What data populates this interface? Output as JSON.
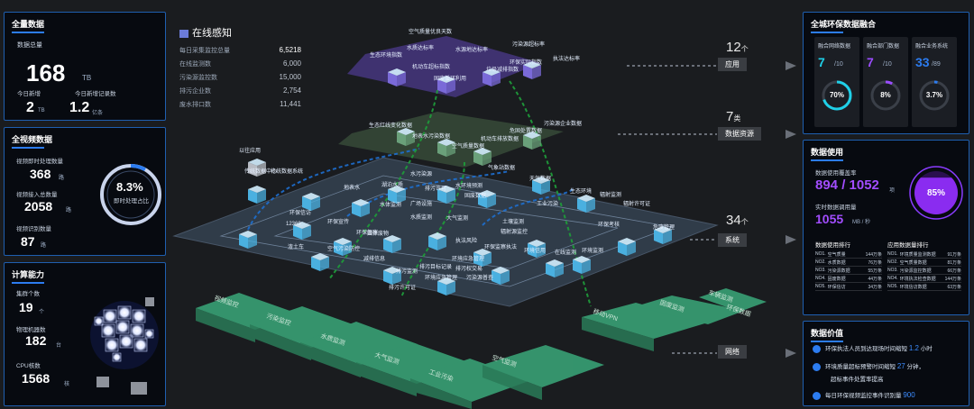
{
  "all_data": {
    "title": "全量数据",
    "total_label": "数据总量",
    "total_value": "168",
    "total_unit": "TB",
    "today_new_label": "今日新增",
    "today_new_value": "2",
    "today_new_unit": "TB",
    "today_records_label": "今日新增记录数",
    "today_records_value": "1.2",
    "today_records_unit": "亿条"
  },
  "video": {
    "title": "全视频数据",
    "video_label": "视频即时处理数量",
    "video_value": "368",
    "video_unit": "路",
    "access_label": "视频接入总数量",
    "access_value": "2058",
    "access_unit": "路",
    "ai_label": "视频识别数量",
    "ai_value": "87",
    "ai_unit": "路",
    "gauge_value": "8.3%",
    "gauge_label": "即时处理占比",
    "gauge_fraction": 0.083
  },
  "compute": {
    "title": "计算能力",
    "cluster_label": "集群个数",
    "cluster_value": "19",
    "cluster_unit": "个",
    "machine_label": "物理机器数",
    "machine_value": "182",
    "machine_unit": "台",
    "cpu_label": "CPU核数",
    "cpu_value": "1568",
    "cpu_unit": "核"
  },
  "online": {
    "title": "在线感知",
    "rows": [
      {
        "label": "每日采集监控总量",
        "value": "6,5218"
      },
      {
        "label": "在线监测数",
        "value": "6,000"
      },
      {
        "label": "污染源监控数",
        "value": "15,000"
      },
      {
        "label": "排污企业数",
        "value": "2,754"
      },
      {
        "label": "废水排口数",
        "value": "11,441"
      }
    ]
  },
  "layers": [
    {
      "num": "12",
      "unit": "个",
      "label": "应用"
    },
    {
      "num": "7",
      "unit": "类",
      "label": "数据资源"
    },
    {
      "num": "34",
      "unit": "个",
      "label": "系统"
    },
    {
      "num": "",
      "unit": "",
      "label": "网络"
    }
  ],
  "top_tags": [
    "空气质量优良天数",
    "水质达标率",
    "水源地达标率",
    "污染源超标率",
    "生态环境指数",
    "机动车超标指数",
    "执法达标率",
    "固废循环利用",
    "垃圾减排指数",
    "环保实际指数"
  ],
  "mid_tags": [
    "生态红线变化数据",
    "地表水污染数据",
    "空气质量数据",
    "危固处置数据",
    "机动车排放数据",
    "污染源企业数据"
  ],
  "sys_tags": [
    "以往应用",
    "传统数据中心",
    "传统数据系统",
    "水污染源",
    "气象站数据",
    "天气数据",
    "生态环境",
    "地表水",
    "湖泊水质",
    "固废数据",
    "排污许可",
    "水环境预测",
    "广场设施",
    "水体监测",
    "环保信访",
    "工业污染",
    "水质监测",
    "大气监测",
    "辐射监测",
    "辐射许可证",
    "环保考核",
    "12369",
    "环保宣传",
    "环保督察",
    "土壤监测",
    "渣土车",
    "空气污染防控",
    "固体废物",
    "执法风险",
    "环保监察执法",
    "环境应急管理",
    "排污监测",
    "排污目标记录",
    "排污权交易",
    "环境信用",
    "减排信息",
    "污染源普查",
    "环境应急管理",
    "在线监测",
    "环境监测",
    "排污许可证",
    "辐射源监控",
    "危废管理"
  ],
  "net_tags": [
    "视频监控",
    "污染监控",
    "水质监测",
    "大气监测",
    "工业污染",
    "空气监测",
    "移动VPN",
    "固废监测",
    "车辆监测",
    "环保数据"
  ],
  "fusion": {
    "title": "全城环保数据融合",
    "cards": [
      {
        "label": "融合网络数据",
        "value": "7",
        "total": "/10",
        "pct": "70%",
        "fraction": 0.7,
        "color": "#1fd0e8"
      },
      {
        "label": "融合部门数据",
        "value": "7",
        "total": "/10",
        "pct": "8%",
        "fraction": 0.08,
        "color": "#9b4dff"
      },
      {
        "label": "融合业务系统",
        "value": "33",
        "total": "/89",
        "pct": "3.7%",
        "fraction": 0.037,
        "color": "#2c7cf0"
      }
    ]
  },
  "usage": {
    "title": "数据使用",
    "cover_label": "数据使用覆盖率",
    "cover_value": "894 / 1052",
    "cover_unit": "项",
    "rate_label": "实时数据调用量",
    "rate_value": "1055",
    "rate_unit": "MB / 秒",
    "ball_pct": "85%",
    "ball_fraction": 0.85,
    "rank_left_title": "数据使用排行",
    "rank_right_title": "应用数据量排行",
    "rank_left": [
      {
        "no": "NO1.",
        "name": "空气质量",
        "val": "144万条"
      },
      {
        "no": "NO2.",
        "name": "水质数据",
        "val": "76万条"
      },
      {
        "no": "NO3.",
        "name": "污染源数据",
        "val": "55万条"
      },
      {
        "no": "NO4.",
        "name": "固废数据",
        "val": "44万条"
      },
      {
        "no": "NO5.",
        "name": "环保信访",
        "val": "34万条"
      }
    ],
    "rank_right": [
      {
        "no": "NO1.",
        "name": "环境质量监测数据",
        "val": "91万条"
      },
      {
        "no": "NO2.",
        "name": "空气质量数据",
        "val": "81万条"
      },
      {
        "no": "NO3.",
        "name": "污染源监控数据",
        "val": "66万条"
      },
      {
        "no": "NO4.",
        "name": "环境执法检查数据",
        "val": "144万条"
      },
      {
        "no": "NO5.",
        "name": "环境信访数据",
        "val": "63万条"
      }
    ]
  },
  "value": {
    "title": "数据价值",
    "rows": [
      {
        "text": "环保执法人员到达现场时间缩短",
        "num": "1.2",
        "unit": "小时"
      },
      {
        "text": "环境质量超标预警时间缩短",
        "num": "27",
        "unit": "分钟，",
        "extra": "超标事件处置率提高"
      },
      {
        "text": "每日环保视频监控事件识别量",
        "num": "900",
        "unit": ""
      }
    ]
  }
}
